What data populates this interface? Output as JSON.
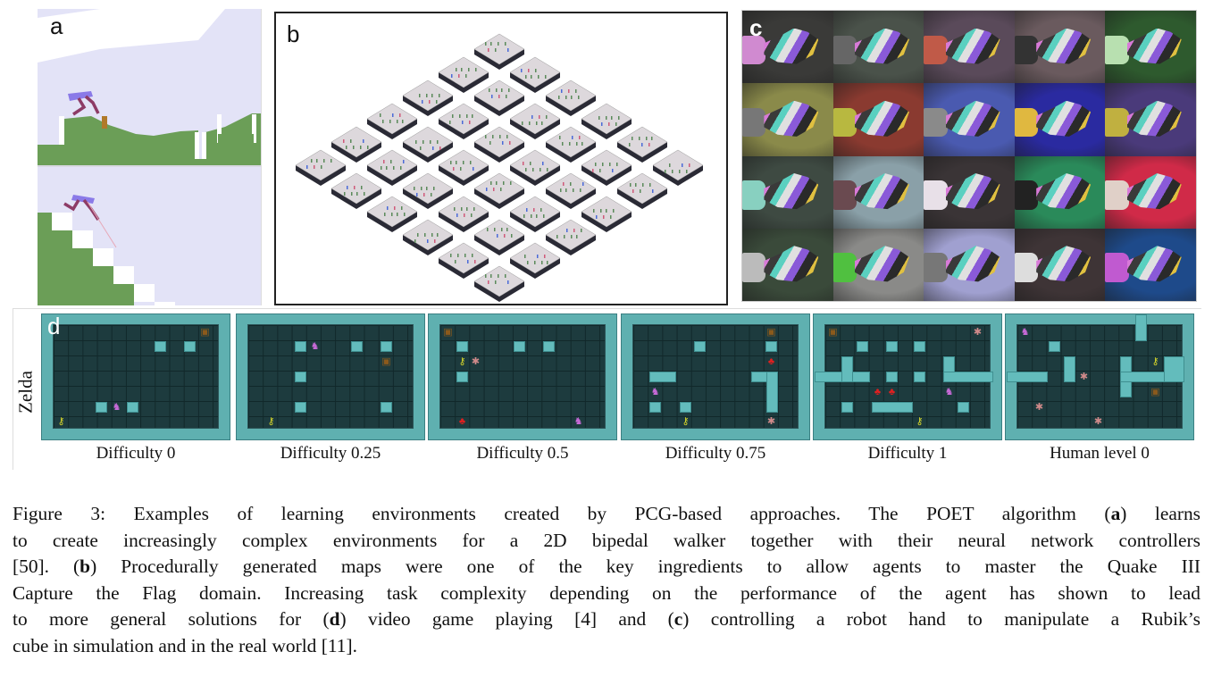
{
  "figure": {
    "panels": {
      "a": {
        "letter": "a",
        "description": "POET 2D bipedal walker environments"
      },
      "b": {
        "letter": "b",
        "description": "Procedurally generated Quake III CTF maps (6x6 isometric grid)"
      },
      "c": {
        "letter": "c",
        "description": "Robot hand manipulating Rubik's cube with domain randomization (5x4 grid)"
      },
      "d": {
        "letter": "d",
        "row_label": "Zelda",
        "maps": [
          {
            "caption": "Difficulty 0"
          },
          {
            "caption": "Difficulty 0.25"
          },
          {
            "caption": "Difficulty 0.5"
          },
          {
            "caption": "Difficulty 0.75"
          },
          {
            "caption": "Difficulty 1"
          },
          {
            "caption": "Human level 0"
          }
        ]
      }
    },
    "caption": {
      "label": "Figure 3:",
      "lines": [
        [
          "Figure 3: Examples of learning environments created by PCG-based approaches. The POET algorithm (",
          "a",
          ") learns"
        ],
        [
          "to create increasingly complex environments for a 2D bipedal walker together with their neural network controllers"
        ],
        [
          "[50]. (",
          "b",
          ") Procedurally generated maps were one of the key ingredients to allow agents to master the Quake III"
        ],
        [
          "Capture the Flag domain. Increasing task complexity depending on the performance of the agent has shown to lead"
        ],
        [
          "to more general solutions for (",
          "d",
          ") video game playing [4] and (",
          "c",
          ") controlling a robot hand to manipulate a Rubik’s"
        ],
        [
          "cube in simulation and in the real world [11]."
        ]
      ]
    }
  },
  "colors": {
    "sky": "#e3e3f7",
    "ground": "#6b9e57",
    "walker_body": "#8a7ae8",
    "walker_legs": "#8d3b66",
    "zelda_border": "#5fb0b0",
    "zelda_floor": "#1d3b3e"
  }
}
